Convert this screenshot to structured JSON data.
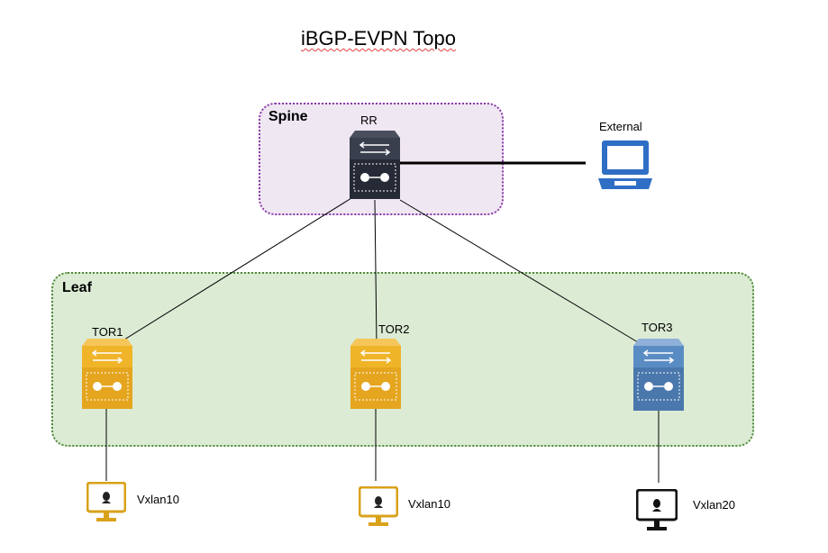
{
  "title": "iBGP-EVPN Topo",
  "zones": {
    "spine": "Spine",
    "leaf": "Leaf"
  },
  "devices": {
    "rr": {
      "label": "RR",
      "icon": "router-switch-icon",
      "color": "#2b2f3d"
    },
    "external": {
      "label": "External",
      "icon": "laptop-icon",
      "color": "#2f6ec5"
    },
    "tor1": {
      "label": "TOR1",
      "icon": "router-switch-icon",
      "color": "#f0b429"
    },
    "tor2": {
      "label": "TOR2",
      "icon": "router-switch-icon",
      "color": "#f0b429"
    },
    "tor3": {
      "label": "TOR3",
      "icon": "router-switch-icon",
      "color": "#4d7fb8"
    }
  },
  "hosts": [
    {
      "label": "Vxlan10",
      "icon": "linux-monitor-icon",
      "color": "#d9a21b"
    },
    {
      "label": "Vxlan10",
      "icon": "linux-monitor-icon",
      "color": "#d9a21b"
    },
    {
      "label": "Vxlan20",
      "icon": "linux-monitor-icon",
      "color": "#111111"
    }
  ]
}
